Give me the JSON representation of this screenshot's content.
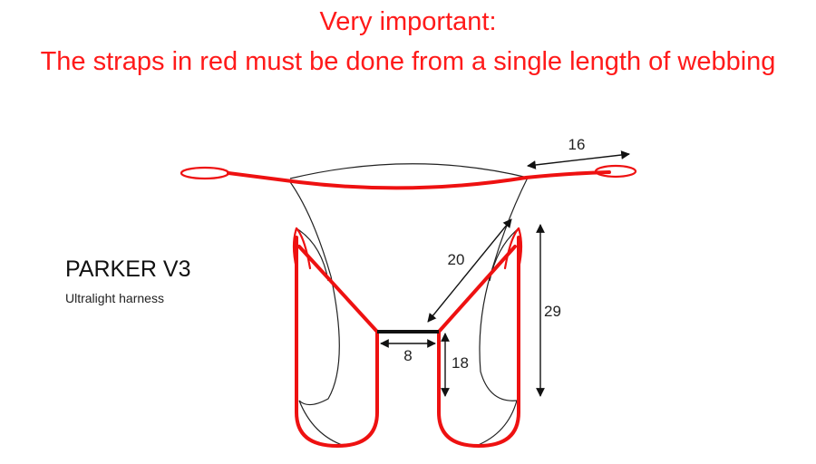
{
  "warning": {
    "line1": "Very important:",
    "line2": "The straps in red must be done from a single length of webbing"
  },
  "product": {
    "name": "PARKER V3",
    "subtitle": "Ultralight harness"
  },
  "dimensions": {
    "top_strap": "16",
    "diagonal": "20",
    "height": "29",
    "bottom_gap": "8",
    "leg_loop": "18"
  },
  "colors": {
    "strap": "#ee1111",
    "outline": "#222222",
    "warning_text": "#ff1a1a"
  }
}
